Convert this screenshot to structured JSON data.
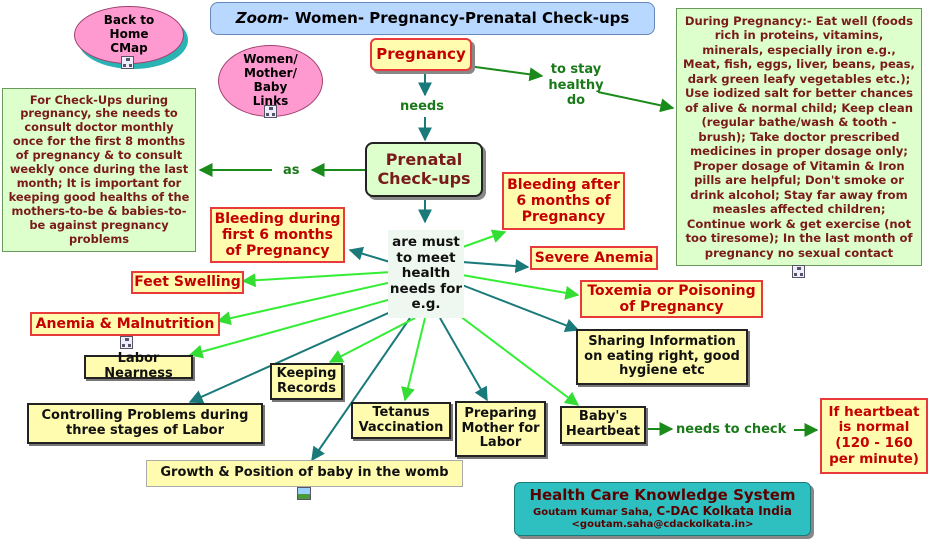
{
  "title": {
    "prefix": "Zoom-",
    "text": "Women- Pregnancy-Prenatal Check-ups"
  },
  "nav": {
    "back_home": "Back to Home CMap",
    "women_links": "Women/ Mother/ Baby Links"
  },
  "nodes": {
    "pregnancy": "Pregnancy",
    "prenatal": "Prenatal Check-ups",
    "are_must": "are must to meet health needs for e.g.",
    "checkups_info": "For Check-Ups during pregnancy, she needs to consult doctor monthly once for the first 8 months of pregnancy & to consult weekly once during the last month; It is important for keeping good healths of  the mothers-to-be & babies-to-be against pregnancy problems",
    "during_pregnancy": "During Pregnancy:- Eat well (foods rich in proteins, vitamins, minerals, especially iron e.g., Meat, fish, eggs, liver, beans, peas, dark green leafy vegetables etc.); Use iodized salt for better chances of alive & normal child; Keep clean (regular bathe/wash & tooth -brush); Take doctor prescribed medicines in proper dosage only; Proper dosage of Vitamin & Iron pills are helpful; Don't smoke or drink alcohol; Stay far away from measles affected children; Continue work & get exercise (not too tiresome); In the last month of pregnancy no sexual contact",
    "bleeding_first6": "Bleeding during first 6 months of Pregnancy",
    "bleeding_after6": "Bleeding after 6 months of Pregnancy",
    "severe_anemia": "Severe Anemia",
    "toxemia": "Toxemia or Poisoning of Pregnancy",
    "feet_swelling": "Feet Swelling",
    "anemia_malnutrition": "Anemia & Malnutrition",
    "labor_nearness": "Labor Nearness",
    "controlling_problems": "Controlling Problems during three stages of Labor",
    "keeping_records": "Keeping Records",
    "tetanus": "Tetanus Vaccination",
    "preparing_mother": "Preparing Mother for Labor",
    "sharing_info": "Sharing Information on eating right, good hygiene etc",
    "babys_heartbeat": "Baby's Heartbeat",
    "heartbeat_normal": "If heartbeat is normal (120 - 160 per minute)",
    "growth_position": "Growth & Position of baby in the womb"
  },
  "links": {
    "needs": "needs",
    "to_stay_healthy": "to stay healthy do",
    "as": "as",
    "needs_to_check": "needs to check"
  },
  "footer": {
    "system": "Health Care Knowledge System",
    "author": "Goutam Kumar Saha,",
    "org": "C-DAC Kolkata India",
    "email": "<goutam.saha@cdackolkata.in>"
  },
  "colors": {
    "title_bg": "#b8d8ff",
    "node_yellow": "#fffcb0",
    "node_green": "#dcffcc",
    "nav_pink": "#ff9ad0",
    "footer_teal": "#2ec0c0",
    "arrow_teal": "#1a7a7a",
    "arrow_green": "#33ee33",
    "label_green": "#1a7a1a"
  }
}
